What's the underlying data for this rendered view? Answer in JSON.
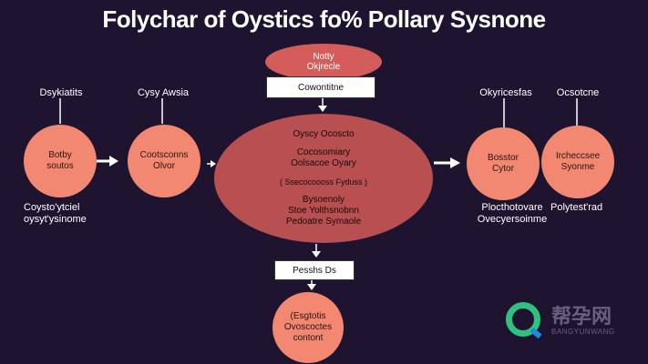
{
  "title": "Folychar of Oystics fo% Pollary Sysnone",
  "top_oval": {
    "line1": "Notty",
    "line2": "Okjrecle"
  },
  "top_box": "Cowontitne",
  "left_label_1": "Dsykiatits",
  "left_label_2": "Cysy Awsia",
  "left_circle_1": {
    "line1": "Botby",
    "line2": "soutos"
  },
  "left_circle_2": {
    "line1": "Cootsconns",
    "line2": "Olvor"
  },
  "left_lower_label": {
    "line1": "Coysto'ytciel",
    "line2": "oysyt'ysinome"
  },
  "big_oval": {
    "line1": "Oyscy Ocoscto",
    "line2": "Cocosomiary",
    "line3": "Oolsacoe Oyary",
    "line4": "( Ssecocoooss Fyduss )",
    "line5": "Bysoenoly",
    "line6": "Stoe Yolthsnobnn",
    "line7": "Pedoatre Symaole"
  },
  "bottom_box": "Pesshs Ds",
  "bottom_circle": {
    "line1": "(Esgtotis",
    "line2": "Ovoscoctes",
    "line3": "contont"
  },
  "right_label_1": "Okyricesfas",
  "right_label_2": "Ocsotcne",
  "right_circle_1": {
    "line1": "Bosstor",
    "line2": "Cytor"
  },
  "right_circle_2": {
    "line1": "Ircheccsee",
    "line2": "Syonme"
  },
  "right_lower_label_1": {
    "line1": "Plocthotovare",
    "line2": "Ovecyersoinme"
  },
  "right_lower_label_2": "Polytest'rad",
  "watermark": {
    "cn": "帮孕网",
    "en": "BANGYUNWANG"
  }
}
